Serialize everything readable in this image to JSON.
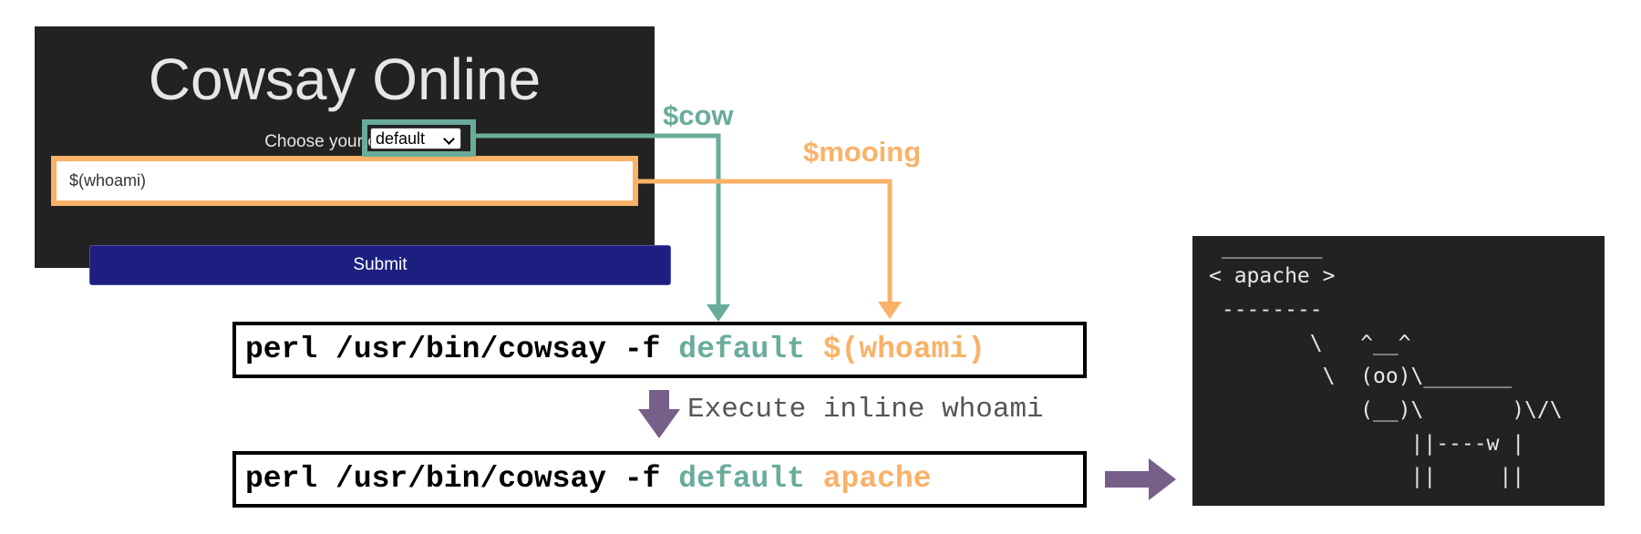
{
  "web_form": {
    "title": "Cowsay Online",
    "choose_label": "Choose your cow",
    "cow_select_value": "default",
    "input_value": "$(whoami)",
    "submit_label": "Submit"
  },
  "labels": {
    "cow_var": "$cow",
    "mooing_var": "$mooing",
    "execute_note": "Execute inline whoami"
  },
  "command_before": {
    "prefix": "perl /usr/bin/cowsay -f ",
    "cow": "default",
    "mooing": "$(whoami)"
  },
  "command_after": {
    "prefix": "perl /usr/bin/cowsay -f ",
    "cow": "default",
    "mooing": "apache"
  },
  "terminal_output": {
    "line_1": " ________",
    "line_2": "< apache >",
    "line_3": " --------",
    "line_4": "        \\   ^__^",
    "line_5": "         \\  (oo)\\_______",
    "line_6": "            (__)\\       )\\/\\",
    "line_7": "                ||----w |",
    "line_8": "                ||     ||"
  },
  "colors": {
    "cow_teal": "#69ac9c",
    "mooing_orange": "#f9b268",
    "arrow_purple": "#76608a",
    "panel_bg": "#222222",
    "submit_bg": "#1c1f80"
  },
  "icons": {
    "down_arrow": "down-arrow-icon",
    "right_arrow": "right-arrow-icon",
    "select_chevron": "chevron-down-icon"
  }
}
